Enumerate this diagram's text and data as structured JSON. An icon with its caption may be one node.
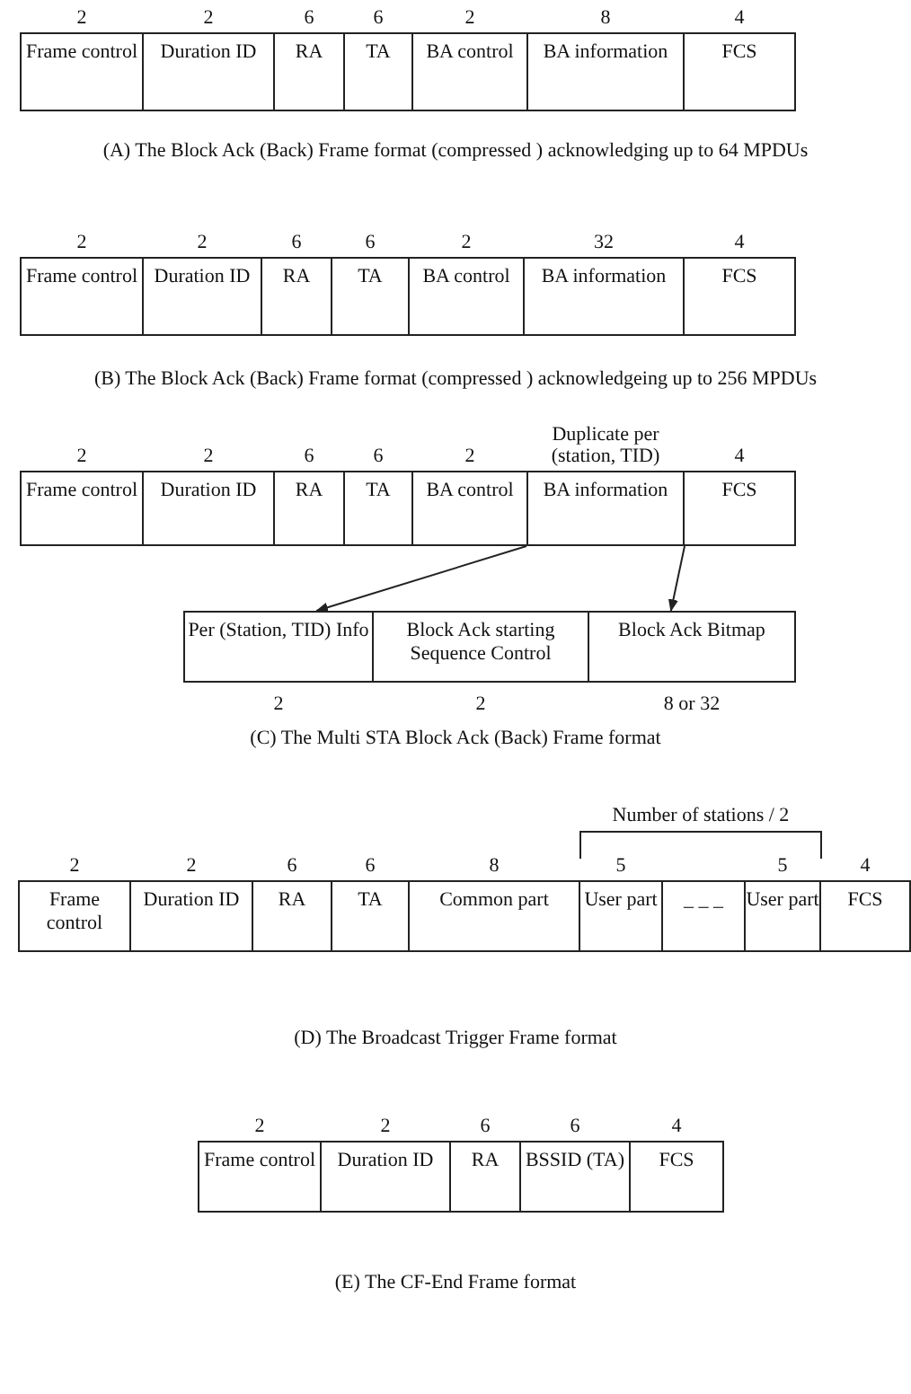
{
  "diagram": {
    "nodes": [
      {
        "text": [
          "Frame control"
        ],
        "beside": [
          "2"
        ]
      },
      {
        "text": [
          "Duration ID"
        ],
        "beside": [
          "2"
        ]
      },
      {
        "text": [
          "RA"
        ],
        "beside": [
          "6"
        ]
      },
      {
        "text": [
          "TA"
        ],
        "beside": [
          "6"
        ]
      },
      {
        "text": [
          "BA control"
        ],
        "beside": [
          "2"
        ]
      },
      {
        "text": [
          "BA information"
        ],
        "beside": [
          "8"
        ]
      },
      {
        "text": [
          "FCS"
        ],
        "beside": [
          "4"
        ]
      },
      {
        "text": [
          "Frame control"
        ],
        "beside": [
          "2"
        ]
      },
      {
        "text": [
          "Duration ID"
        ],
        "beside": [
          "2"
        ]
      },
      {
        "text": [
          "RA"
        ],
        "beside": [
          "6"
        ]
      },
      {
        "text": [
          "TA"
        ],
        "beside": [
          "6"
        ]
      },
      {
        "text": [
          "BA control"
        ],
        "beside": [
          "2"
        ]
      },
      {
        "text": [
          "BA information"
        ],
        "beside": [
          "32"
        ]
      },
      {
        "text": [
          "FCS"
        ],
        "beside": [
          "4"
        ]
      },
      {
        "text": [
          "Frame control"
        ],
        "beside": [
          "2"
        ]
      },
      {
        "text": [
          "Duration ID"
        ],
        "beside": [
          "2"
        ]
      },
      {
        "text": [
          "RA"
        ],
        "beside": [
          "6"
        ]
      },
      {
        "text": [
          "TA"
        ],
        "beside": [
          "6"
        ]
      },
      {
        "text": [
          "BA control"
        ],
        "beside": [
          "2"
        ]
      },
      {
        "text": [
          "BA information"
        ],
        "beside": [
          "Duplicate per (station, TID)"
        ]
      },
      {
        "text": [
          "FCS"
        ],
        "beside": [
          "4"
        ]
      },
      {
        "text": [
          "Per (Station, TID) Info"
        ],
        "beside": [
          "2"
        ]
      },
      {
        "text": [
          "Block Ack starting Sequence Control"
        ],
        "beside": [
          "2"
        ]
      },
      {
        "text": [
          "Block Ack Bitmap"
        ],
        "beside": [
          "8 or 32"
        ]
      },
      {
        "text": [
          "Frame control"
        ],
        "beside": [
          "2"
        ]
      },
      {
        "text": [
          "Duration ID"
        ],
        "beside": [
          "2"
        ]
      },
      {
        "text": [
          "RA"
        ],
        "beside": [
          "6"
        ]
      },
      {
        "text": [
          "TA"
        ],
        "beside": [
          "6"
        ]
      },
      {
        "text": [
          "Common part"
        ],
        "beside": [
          "8"
        ]
      },
      {
        "text": [
          "User part"
        ],
        "beside": [
          "5"
        ]
      },
      {
        "text": [
          "_ _ _"
        ]
      },
      {
        "text": [
          "User part"
        ],
        "beside": [
          "5"
        ]
      },
      {
        "text": [
          "FCS"
        ],
        "beside": [
          "4"
        ]
      },
      {
        "text": [
          "Frame control"
        ],
        "beside": [
          "2"
        ]
      },
      {
        "text": [
          "Duration ID"
        ],
        "beside": [
          "2"
        ]
      },
      {
        "text": [
          "RA"
        ],
        "beside": [
          "6"
        ]
      },
      {
        "text": [
          "BSSID (TA)"
        ],
        "beside": [
          "6"
        ]
      },
      {
        "text": [
          "FCS"
        ],
        "beside": [
          "4"
        ]
      }
    ],
    "edges": [
      {
        "from": 19,
        "to": 21,
        "arrow": "to"
      },
      {
        "from": 19,
        "to": 23,
        "arrow": "to"
      }
    ],
    "labels": [
      "(A) The Block Ack (Back)  Frame format (compressed ) acknowledging up to 64 MPDUs",
      "(B) The Block Ack (Back)  Frame format (compressed ) acknowledgeing up to 256 MPDUs",
      "(C)  The Multi STA Block Ack (Back)  Frame format",
      "Number of stations / 2",
      "(D)  The Broadcast Trigger  Frame format",
      "(E)  The CF-End  Frame format"
    ]
  }
}
